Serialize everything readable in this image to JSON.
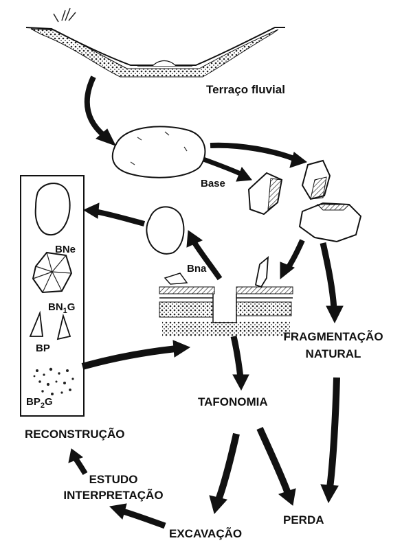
{
  "labels": {
    "terraco": "Terraço fluvial",
    "base": "Base",
    "bna": "Bna",
    "bne": "BNe",
    "bn1g": "BN",
    "bn1g_sub": "1",
    "bn1g_end": "G",
    "bp": "BP",
    "bp2g": "BP",
    "bp2g_sub": "2",
    "bp2g_end": "G",
    "fragmentacao_1": "FRAGMENTAÇÃO",
    "fragmentacao_2": "NATURAL",
    "tafonomia": "TAFONOMIA",
    "reconstrucao": "RECONSTRUÇÃO",
    "estudo_1": "ESTUDO",
    "estudo_2": "INTERPRETAÇÃO",
    "excavacao": "EXCAVAÇÃO",
    "perda": "PERDA"
  },
  "colors": {
    "ink": "#111111",
    "background": "#ffffff"
  }
}
